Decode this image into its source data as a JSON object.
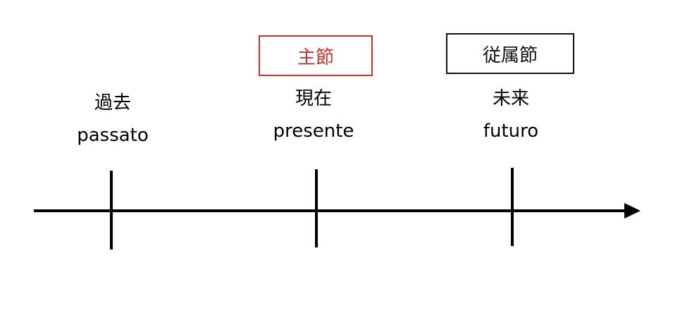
{
  "boxes": {
    "main_clause": "主節",
    "subordinate_clause": "従属節"
  },
  "labels": {
    "past": {
      "jp": "過去",
      "it": "passato"
    },
    "present": {
      "jp": "現在",
      "it": "presente"
    },
    "future": {
      "jp": "未来",
      "it": "futuro"
    }
  },
  "colors": {
    "main_clause": "#c8302b",
    "subordinate_clause": "#111111",
    "timeline": "#000000"
  }
}
